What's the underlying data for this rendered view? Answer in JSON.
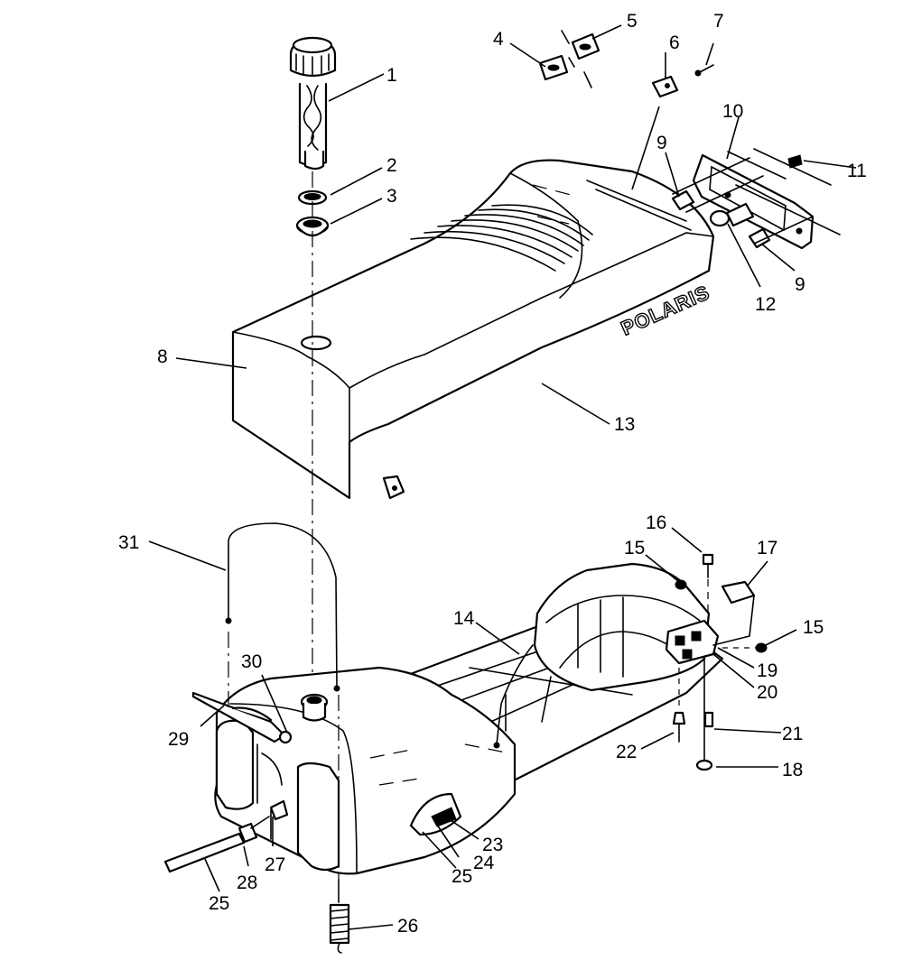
{
  "diagram": {
    "brand_text": "POLARIS",
    "callouts": [
      "1",
      "2",
      "3",
      "4",
      "5",
      "6",
      "7",
      "8",
      "9",
      "9",
      "10",
      "11",
      "12",
      "13",
      "14",
      "15",
      "15",
      "16",
      "17",
      "18",
      "19",
      "20",
      "21",
      "22",
      "23",
      "24",
      "25",
      "25",
      "26",
      "27",
      "28",
      "29",
      "30",
      "31"
    ]
  }
}
